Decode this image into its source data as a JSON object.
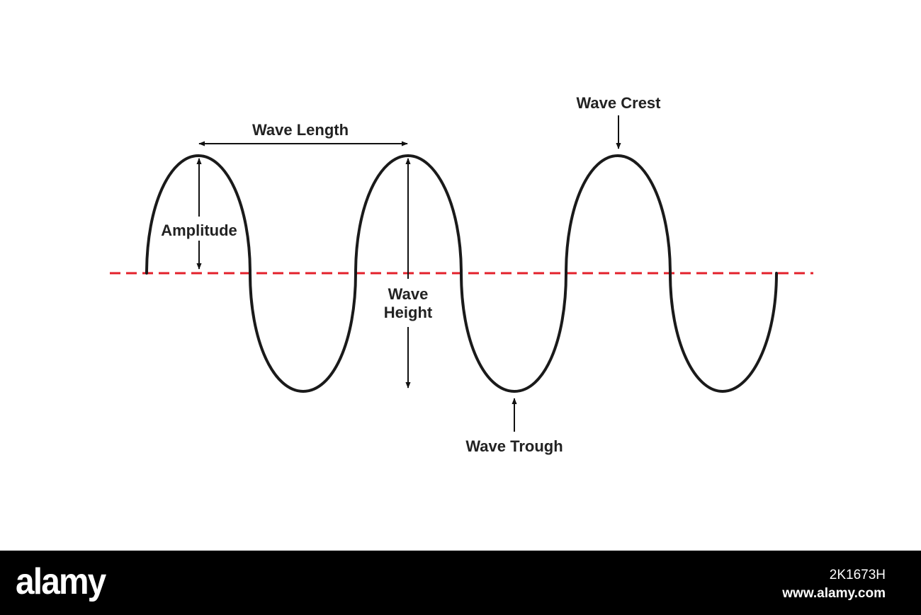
{
  "labels": {
    "wave_length": "Wave Length",
    "wave_crest": "Wave Crest",
    "amplitude": "Amplitude",
    "wave_height_line1": "Wave",
    "wave_height_line2": "Height",
    "wave_trough": "Wave Trough"
  },
  "colors": {
    "wave": "#1a1a1a",
    "baseline": "#e3202b",
    "arrow": "#111111",
    "footer_bg": "#000000"
  },
  "watermark": {
    "logo": "alamy",
    "image_id": "2K1673H",
    "site": "www.alamy.com"
  }
}
